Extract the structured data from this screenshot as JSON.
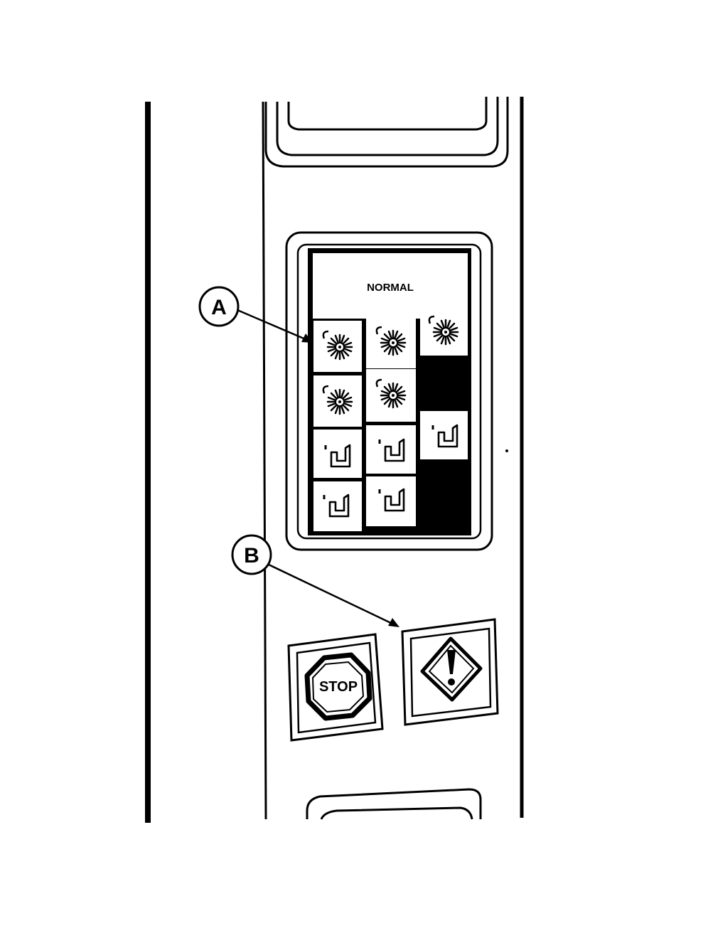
{
  "panel": {
    "display_label": "NORMAL",
    "stop_label": "STOP"
  },
  "callouts": {
    "a": "A",
    "b": "B"
  },
  "indicator_grid": {
    "rows": [
      [
        "lamp-icon",
        "lamp-icon",
        "lamp-icon"
      ],
      [
        "lamp-icon",
        "lamp-icon",
        "blank"
      ],
      [
        "seat-icon",
        "seat-icon",
        "seat-icon"
      ],
      [
        "seat-icon",
        "seat-icon",
        "blank"
      ]
    ]
  }
}
